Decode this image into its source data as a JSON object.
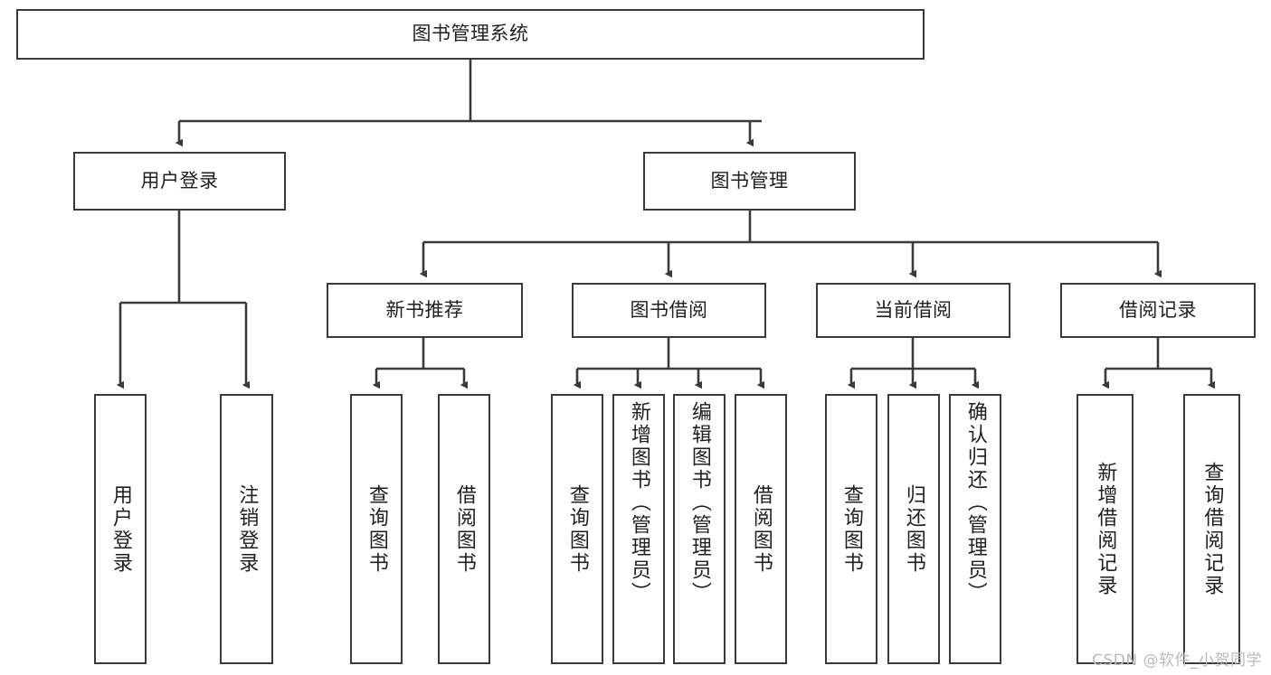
{
  "diagram": {
    "title": "图书管理系统",
    "type": "hierarchy-tree",
    "watermark": "CSDN @软件_小贺同学",
    "colors": {
      "box_border": "#3a3a3a",
      "box_fill": "#ffffff",
      "connector": "#3a3a3a",
      "text": "#1f1f1f",
      "watermark": "#b9b9b9"
    },
    "root": {
      "label": "图书管理系统"
    },
    "level1": [
      {
        "label": "用户登录"
      },
      {
        "label": "图书管理"
      }
    ],
    "level2": [
      {
        "label": "新书推荐"
      },
      {
        "label": "图书借阅"
      },
      {
        "label": "当前借阅"
      },
      {
        "label": "借阅记录"
      }
    ],
    "leaves_user_login": [
      {
        "label": "用户登录"
      },
      {
        "label": "注销登录"
      }
    ],
    "leaves_new_books": [
      {
        "label": "查询图书"
      },
      {
        "label": "借阅图书"
      }
    ],
    "leaves_borrow": [
      {
        "label": "查询图书"
      },
      {
        "label": "新增图书（管理员）"
      },
      {
        "label": "编辑图书（管理员）"
      },
      {
        "label": "借阅图书"
      }
    ],
    "leaves_current": [
      {
        "label": "查询图书"
      },
      {
        "label": "归还图书"
      },
      {
        "label": "确认归还（管理员）"
      }
    ],
    "leaves_records": [
      {
        "label": "新增借阅记录"
      },
      {
        "label": "查询借阅记录"
      }
    ]
  }
}
